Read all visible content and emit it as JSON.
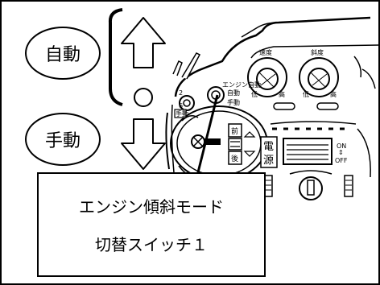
{
  "labels": {
    "auto": "自動",
    "manual": "手動"
  },
  "callout": {
    "line1": "エンジン傾斜モード",
    "line2": "切替スイッチ１"
  },
  "transmitter": {
    "switch_label_top": "エンジン自動",
    "switch_label_mid": "自動",
    "switch_label_bot": "手動",
    "left_switch_label": "手動",
    "left_switch_digits_a": "2",
    "left_switch_digits_b": "6",
    "knob_left_label": "速度",
    "knob_left_low": "低",
    "knob_left_high": "高",
    "knob_right_label": "斜度",
    "knob_right_low": "低",
    "knob_right_high": "高",
    "power_label_1": "電",
    "power_label_2": "源",
    "on_label": "ON",
    "off_label": "OFF",
    "pad_up": "前",
    "pad_down": "後"
  }
}
